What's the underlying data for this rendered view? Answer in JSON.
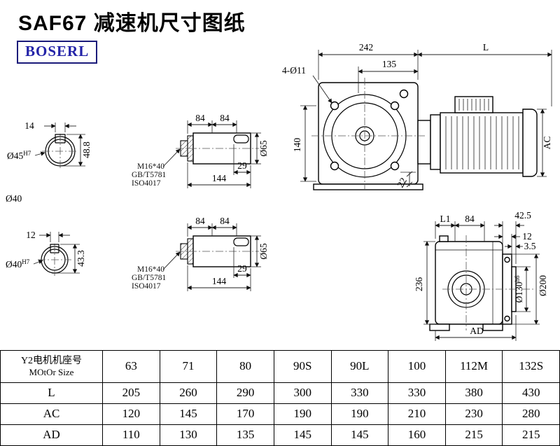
{
  "header": {
    "title": "SAF67 减速机尺寸图纸",
    "brand": "BOSERL"
  },
  "front_view": {
    "dim_width": "242",
    "dim_motor_len": "L",
    "dim_inner": "135",
    "bolt_holes": "4-Ø11",
    "dim_height": "140",
    "dim_foot": "22",
    "dim_motor_dia": "AC"
  },
  "shaft_end_top": {
    "key_width": "14",
    "dia": "Ø45",
    "dia_tol": "H7",
    "key_height": "48.8",
    "dia_note": "Ø40"
  },
  "shaft_end_bottom": {
    "key_width": "12",
    "dia": "Ø40",
    "dia_tol": "H7",
    "key_height": "43.3"
  },
  "shaft_side_top": {
    "dim_84a": "84",
    "dim_84b": "84",
    "key_len": "29",
    "total_len": "144",
    "dia": "Ø65",
    "bolt": "M16*40",
    "std1": "GB/T5781",
    "std2": "ISO4017"
  },
  "shaft_side_bottom": {
    "dim_84a": "84",
    "dim_84b": "84",
    "key_len": "29",
    "total_len": "144",
    "dia": "Ø65",
    "bolt": "M16*40",
    "std1": "GB/T5781",
    "std2": "ISO4017"
  },
  "side_view": {
    "dim_l1": "L1",
    "dim_84": "84",
    "dim_42_5": "42.5",
    "dim_12": "12",
    "dim_3_5": "3.5",
    "dim_height": "236",
    "dia_spigot": "Ø130",
    "dia_spigot_tol": "h6",
    "dia_flange": "Ø200",
    "dim_ad": "AD"
  },
  "table": {
    "motor_label_cn": "Y2电机机座号",
    "motor_label_en": "MOtOr Size",
    "sizes": [
      "63",
      "71",
      "80",
      "90S",
      "90L",
      "100",
      "112M",
      "132S"
    ],
    "rows": [
      {
        "label": "L",
        "values": [
          "205",
          "260",
          "290",
          "300",
          "330",
          "330",
          "380",
          "430"
        ]
      },
      {
        "label": "AC",
        "values": [
          "120",
          "145",
          "170",
          "190",
          "190",
          "210",
          "230",
          "280"
        ]
      },
      {
        "label": "AD",
        "values": [
          "110",
          "130",
          "135",
          "145",
          "145",
          "160",
          "215",
          "215"
        ]
      }
    ]
  }
}
